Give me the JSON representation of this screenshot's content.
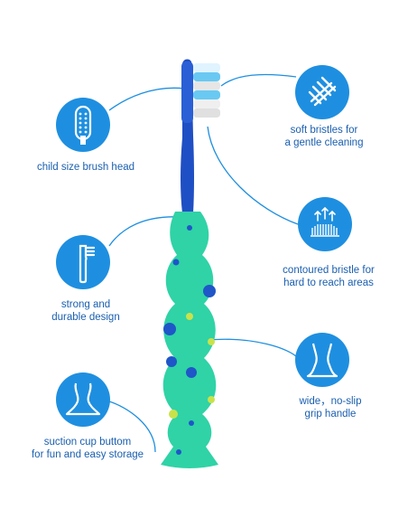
{
  "features": {
    "soft_bristles": {
      "label_line1": "soft bristles for",
      "label_line2": "a gentle cleaning",
      "icon": "bristle-brush-icon"
    },
    "child_head": {
      "label": "child size brush head",
      "icon": "brush-head-icon"
    },
    "contoured": {
      "label_line1": "contoured bristle for",
      "label_line2": "hard to reach areas",
      "icon": "contoured-bristle-icon"
    },
    "strong": {
      "label_line1": "strong and",
      "label_line2": "durable design",
      "icon": "toothbrush-icon"
    },
    "grip": {
      "label_line1": "wide，no-slip",
      "label_line2": "grip handle",
      "icon": "grip-handle-icon"
    },
    "suction": {
      "label_line1": "suction cup buttom",
      "label_line2": "for fun and easy storage",
      "icon": "suction-cup-icon"
    }
  },
  "colors": {
    "accent": "#1e8fe0",
    "text": "#1a5fb0",
    "brush_blue": "#1f4fc4",
    "handle_green": "#2fd3a6",
    "dot_blue": "#1f56c8",
    "dot_yellow": "#c9e24a",
    "bristle_blue": "#69c9f2"
  }
}
